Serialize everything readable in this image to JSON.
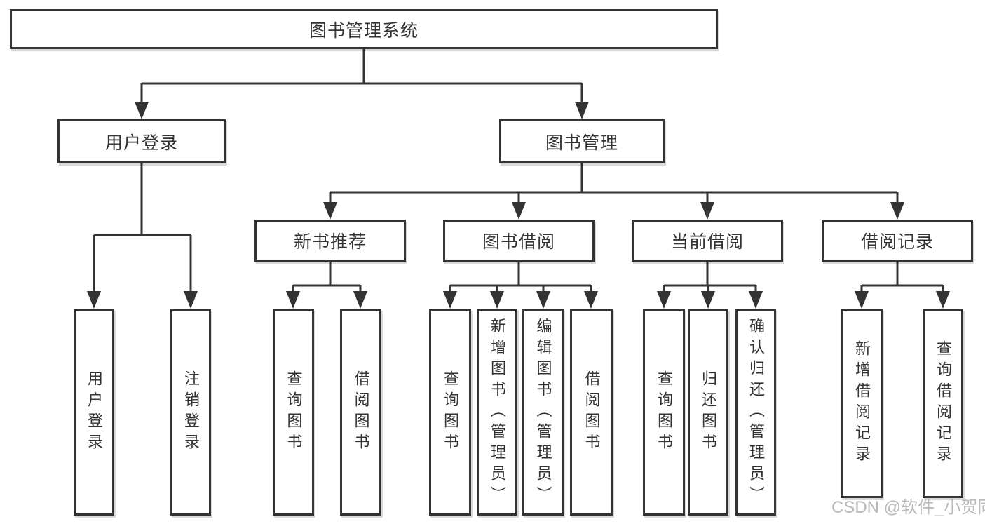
{
  "tree": {
    "label": "图书管理系统",
    "children": [
      {
        "label": "用户登录",
        "children": [
          {
            "label": "用户登录"
          },
          {
            "label": "注销登录"
          }
        ]
      },
      {
        "label": "图书管理",
        "children": [
          {
            "label": "新书推荐",
            "children": [
              {
                "label": "查询图书"
              },
              {
                "label": "借阅图书"
              }
            ]
          },
          {
            "label": "图书借阅",
            "children": [
              {
                "label": "查询图书"
              },
              {
                "label": "新增图书（管理员）"
              },
              {
                "label": "编辑图书（管理员）"
              },
              {
                "label": "借阅图书"
              }
            ]
          },
          {
            "label": "当前借阅",
            "children": [
              {
                "label": "查询图书"
              },
              {
                "label": "归还图书"
              },
              {
                "label": "确认归还（管理员）"
              }
            ]
          },
          {
            "label": "借阅记录",
            "children": [
              {
                "label": "新增借阅记录"
              },
              {
                "label": "查询借阅记录"
              }
            ]
          }
        ]
      }
    ]
  },
  "watermark": {
    "text": "CSDN @软件_小贺同学"
  },
  "colors": {
    "line": "#333333",
    "box_border": "#333333",
    "box_fill": "#ffffff",
    "text": "#333333",
    "watermark": "#b0b0b0",
    "background": "#ffffff"
  }
}
